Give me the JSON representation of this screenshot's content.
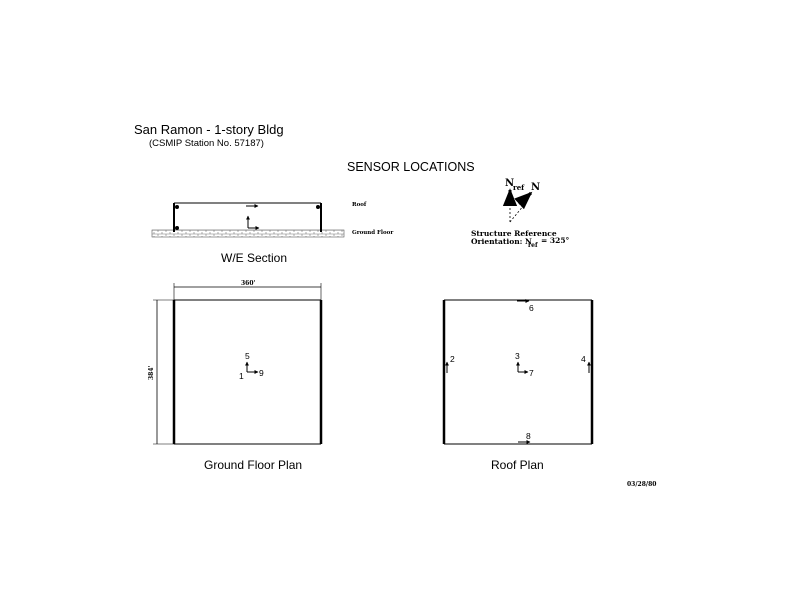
{
  "header": {
    "title": "San Ramon - 1-story Bldg",
    "station": "(CSMIP Station No. 57187)",
    "sensor_locations": "SENSOR LOCATIONS"
  },
  "section": {
    "label": "W/E Section",
    "roof_label": "Roof",
    "ground_label": "Ground Floor"
  },
  "orientation": {
    "n_ref": "N",
    "n_ref_sub": "ref",
    "n_true": "N",
    "line1": "Structure Reference",
    "line2_prefix": "Orientation: N",
    "line2_sub": "ref",
    "line2_value": "= 325°"
  },
  "ground_plan": {
    "label": "Ground Floor Plan",
    "width_dim": "360'",
    "height_dim": "384'",
    "sensors": {
      "s1": "1",
      "s5": "5",
      "s9": "9"
    }
  },
  "roof_plan": {
    "label": "Roof Plan",
    "sensors": {
      "s2": "2",
      "s3": "3",
      "s4": "4",
      "s6": "6",
      "s7": "7",
      "s8": "8"
    }
  },
  "footer": {
    "date": "03/28/80"
  }
}
